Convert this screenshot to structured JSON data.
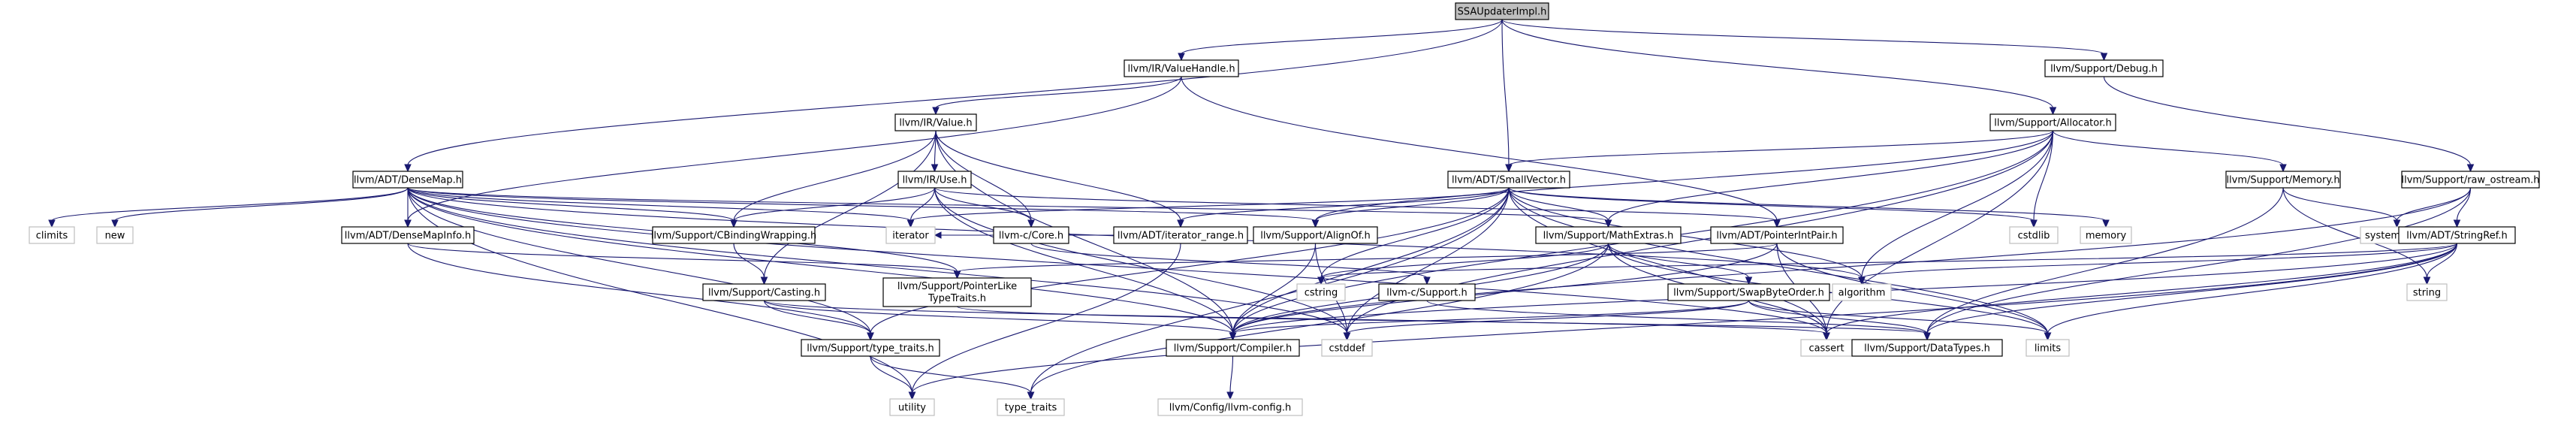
{
  "diagram": {
    "type": "include-dependency-graph",
    "colors": {
      "edge": "#191970",
      "root_fill": "#bfbfbf",
      "local_border": "#000000",
      "external_border": "#bfbfbf"
    },
    "nodes": [
      {
        "id": "root",
        "label": "SSAUpdaterImpl.h",
        "kind": "root"
      },
      {
        "id": "valuehandle",
        "label": "llvm/IR/ValueHandle.h",
        "kind": "local"
      },
      {
        "id": "debug",
        "label": "llvm/Support/Debug.h",
        "kind": "local"
      },
      {
        "id": "value",
        "label": "llvm/IR/Value.h",
        "kind": "local"
      },
      {
        "id": "allocator",
        "label": "llvm/Support/Allocator.h",
        "kind": "local"
      },
      {
        "id": "densemap",
        "label": "llvm/ADT/DenseMap.h",
        "kind": "local"
      },
      {
        "id": "use",
        "label": "llvm/IR/Use.h",
        "kind": "local"
      },
      {
        "id": "smallvector",
        "label": "llvm/ADT/SmallVector.h",
        "kind": "local"
      },
      {
        "id": "memory",
        "label": "llvm/Support/Memory.h",
        "kind": "local"
      },
      {
        "id": "raw_ostream",
        "label": "llvm/Support/raw_ostream.h",
        "kind": "local"
      },
      {
        "id": "climits",
        "label": "climits",
        "kind": "external"
      },
      {
        "id": "new",
        "label": "new",
        "kind": "external"
      },
      {
        "id": "densemapinfo",
        "label": "llvm/ADT/DenseMapInfo.h",
        "kind": "local"
      },
      {
        "id": "iterator",
        "label": "iterator",
        "kind": "external"
      },
      {
        "id": "cbinding",
        "label": "llvm/Support/CBindingWrapping.h",
        "kind": "local"
      },
      {
        "id": "ccore",
        "label": "llvm-c/Core.h",
        "kind": "local"
      },
      {
        "id": "iterator_range",
        "label": "llvm/ADT/iterator_range.h",
        "kind": "local"
      },
      {
        "id": "alignof",
        "label": "llvm/Support/AlignOf.h",
        "kind": "local"
      },
      {
        "id": "mathextras",
        "label": "llvm/Support/MathExtras.h",
        "kind": "local"
      },
      {
        "id": "pointerintpair",
        "label": "llvm/ADT/PointerIntPair.h",
        "kind": "local"
      },
      {
        "id": "memory_std",
        "label": "memory",
        "kind": "external"
      },
      {
        "id": "cstdlib",
        "label": "cstdlib",
        "kind": "external"
      },
      {
        "id": "system_error",
        "label": "system_error",
        "kind": "external"
      },
      {
        "id": "stringref",
        "label": "llvm/ADT/StringRef.h",
        "kind": "local"
      },
      {
        "id": "casting",
        "label": "llvm/Support/Casting.h",
        "kind": "local"
      },
      {
        "id": "pointerliketypetraits",
        "label": "llvm/Support/PointerLike TypeTraits.h",
        "lines": [
          "llvm/Support/PointerLike",
          "TypeTraits.h"
        ],
        "kind": "local"
      },
      {
        "id": "csupport",
        "label": "llvm-c/Support.h",
        "kind": "local"
      },
      {
        "id": "cstring",
        "label": "cstring",
        "kind": "external"
      },
      {
        "id": "swapbyteorder",
        "label": "llvm/Support/SwapByteOrder.h",
        "kind": "local"
      },
      {
        "id": "algorithm",
        "label": "algorithm",
        "kind": "external"
      },
      {
        "id": "string",
        "label": "string",
        "kind": "external"
      },
      {
        "id": "type_traits_llvm",
        "label": "llvm/Support/type_traits.h",
        "kind": "local"
      },
      {
        "id": "compiler",
        "label": "llvm/Support/Compiler.h",
        "kind": "local"
      },
      {
        "id": "cstddef",
        "label": "cstddef",
        "kind": "external"
      },
      {
        "id": "cassert",
        "label": "cassert",
        "kind": "external"
      },
      {
        "id": "datatypes",
        "label": "llvm/Support/DataTypes.h",
        "kind": "local"
      },
      {
        "id": "limits",
        "label": "limits",
        "kind": "external"
      },
      {
        "id": "utility",
        "label": "utility",
        "kind": "external"
      },
      {
        "id": "type_traits",
        "label": "type_traits",
        "kind": "external"
      },
      {
        "id": "llvmconfig",
        "label": "llvm/Config/llvm-config.h",
        "kind": "external"
      }
    ],
    "edges": [
      [
        "root",
        "valuehandle"
      ],
      [
        "root",
        "debug"
      ],
      [
        "root",
        "densemap"
      ],
      [
        "root",
        "allocator"
      ],
      [
        "root",
        "smallvector"
      ],
      [
        "valuehandle",
        "value"
      ],
      [
        "valuehandle",
        "densemapinfo"
      ],
      [
        "valuehandle",
        "pointerintpair"
      ],
      [
        "debug",
        "raw_ostream"
      ],
      [
        "value",
        "use"
      ],
      [
        "value",
        "cbinding"
      ],
      [
        "value",
        "ccore"
      ],
      [
        "value",
        "iterator_range"
      ],
      [
        "value",
        "casting"
      ],
      [
        "value",
        "compiler"
      ],
      [
        "use",
        "cbinding"
      ],
      [
        "use",
        "ccore"
      ],
      [
        "use",
        "iterator"
      ],
      [
        "use",
        "compiler"
      ],
      [
        "use",
        "pointerintpair"
      ],
      [
        "use",
        "cstddef"
      ],
      [
        "allocator",
        "smallvector"
      ],
      [
        "allocator",
        "alignof"
      ],
      [
        "allocator",
        "mathextras"
      ],
      [
        "allocator",
        "memory"
      ],
      [
        "allocator",
        "cstdlib"
      ],
      [
        "allocator",
        "algorithm"
      ],
      [
        "allocator",
        "compiler"
      ],
      [
        "allocator",
        "cassert"
      ],
      [
        "allocator",
        "cstddef"
      ],
      [
        "densemap",
        "climits"
      ],
      [
        "densemap",
        "new"
      ],
      [
        "densemap",
        "densemapinfo"
      ],
      [
        "densemap",
        "iterator"
      ],
      [
        "densemap",
        "cbinding"
      ],
      [
        "densemap",
        "alignof"
      ],
      [
        "densemap",
        "mathextras"
      ],
      [
        "densemap",
        "pointerliketypetraits"
      ],
      [
        "densemap",
        "type_traits_llvm"
      ],
      [
        "densemap",
        "compiler"
      ],
      [
        "densemap",
        "cassert"
      ],
      [
        "densemap",
        "cstddef"
      ],
      [
        "densemap",
        "utility"
      ],
      [
        "densemap",
        "algorithm"
      ],
      [
        "smallvector",
        "iterator"
      ],
      [
        "smallvector",
        "iterator_range"
      ],
      [
        "smallvector",
        "alignof"
      ],
      [
        "smallvector",
        "mathextras"
      ],
      [
        "smallvector",
        "memory_std"
      ],
      [
        "smallvector",
        "cstdlib"
      ],
      [
        "smallvector",
        "algorithm"
      ],
      [
        "smallvector",
        "compiler"
      ],
      [
        "smallvector",
        "type_traits_llvm"
      ],
      [
        "smallvector",
        "cassert"
      ],
      [
        "smallvector",
        "cstddef"
      ],
      [
        "smallvector",
        "cstring"
      ],
      [
        "smallvector",
        "limits"
      ],
      [
        "smallvector",
        "type_traits"
      ],
      [
        "memory",
        "system_error"
      ],
      [
        "memory",
        "string"
      ],
      [
        "memory",
        "datatypes"
      ],
      [
        "raw_ostream",
        "system_error"
      ],
      [
        "raw_ostream",
        "stringref"
      ],
      [
        "raw_ostream",
        "compiler"
      ],
      [
        "raw_ostream",
        "datatypes"
      ],
      [
        "densemapinfo",
        "pointerliketypetraits"
      ],
      [
        "densemapinfo",
        "type_traits_llvm"
      ],
      [
        "cbinding",
        "casting"
      ],
      [
        "ccore",
        "csupport"
      ],
      [
        "iterator_range",
        "utility"
      ],
      [
        "iterator_range",
        "iterator"
      ],
      [
        "alignof",
        "compiler"
      ],
      [
        "alignof",
        "cstddef"
      ],
      [
        "mathextras",
        "swapbyteorder"
      ],
      [
        "mathextras",
        "compiler"
      ],
      [
        "mathextras",
        "cassert"
      ],
      [
        "mathextras",
        "cstring"
      ],
      [
        "mathextras",
        "limits"
      ],
      [
        "mathextras",
        "type_traits"
      ],
      [
        "pointerintpair",
        "pointerliketypetraits"
      ],
      [
        "pointerintpair",
        "compiler"
      ],
      [
        "pointerintpair",
        "cassert"
      ],
      [
        "pointerintpair",
        "limits"
      ],
      [
        "stringref",
        "string"
      ],
      [
        "stringref",
        "algorithm"
      ],
      [
        "stringref",
        "cassert"
      ],
      [
        "stringref",
        "cstring"
      ],
      [
        "stringref",
        "compiler"
      ],
      [
        "stringref",
        "limits"
      ],
      [
        "stringref",
        "utility"
      ],
      [
        "stringref",
        "datatypes"
      ],
      [
        "casting",
        "type_traits_llvm"
      ],
      [
        "casting",
        "compiler"
      ],
      [
        "casting",
        "cassert"
      ],
      [
        "pointerliketypetraits",
        "datatypes"
      ],
      [
        "csupport",
        "datatypes"
      ],
      [
        "swapbyteorder",
        "compiler"
      ],
      [
        "swapbyteorder",
        "datatypes"
      ],
      [
        "swapbyteorder",
        "cstddef"
      ],
      [
        "swapbyteorder",
        "limits"
      ],
      [
        "type_traits_llvm",
        "utility"
      ],
      [
        "type_traits_llvm",
        "type_traits"
      ],
      [
        "compiler",
        "llvmconfig"
      ]
    ]
  }
}
